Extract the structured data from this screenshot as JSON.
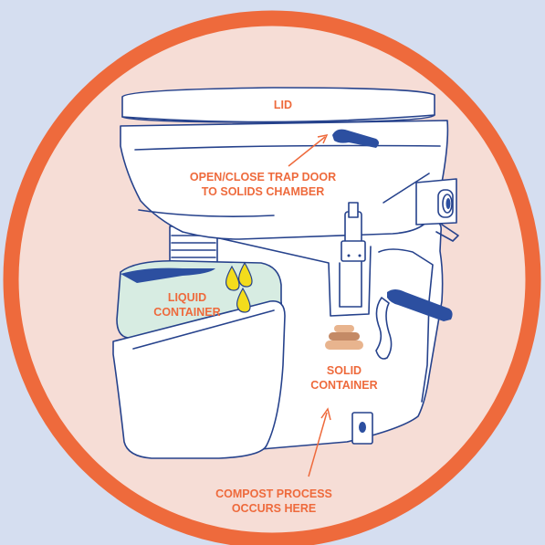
{
  "labels": {
    "lid": "LID",
    "trap_door": [
      "OPEN/CLOSE TRAP DOOR",
      "TO SOLIDS CHAMBER"
    ],
    "liquid_container": [
      "LIQUID",
      "CONTAINER"
    ],
    "solid_container": [
      "SOLID",
      "CONTAINER"
    ],
    "compost": [
      "COMPOST PROCESS",
      "OCCURS HERE"
    ]
  },
  "colors": {
    "background": "#d5def0",
    "circle_fill": "#f6ddd6",
    "circle_ring": "#ee6a3c",
    "outline": "#26428c",
    "accent_blue": "#2c4fa0",
    "liquid_fill": "#d7ece2",
    "drop_fill": "#f3dc1c",
    "stone_light": "#e8b48e",
    "stone_dark": "#c48a66",
    "label_text": "#ee6a3c"
  },
  "icons": [
    "liquid-drop-icon",
    "compost-pile-icon"
  ]
}
